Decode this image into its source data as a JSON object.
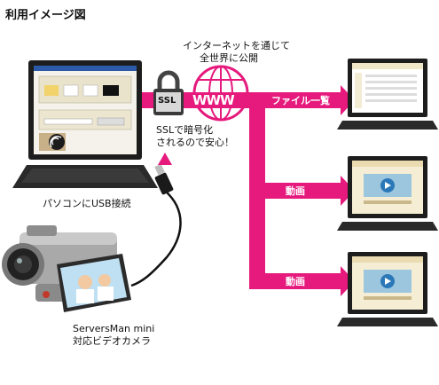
{
  "title": "利用イメージ図",
  "internet_label_line1": "インターネットを通じて",
  "internet_label_line2": "全世界に公開",
  "ssl_label_line1": "SSLで暗号化",
  "ssl_label_line2": "されるので安心！",
  "ssl_badge": "SSL",
  "www_text": "WWW",
  "pc_label": "パソコンにUSB接続",
  "camera_label_line1": "ServersMan mini",
  "camera_label_line2": "対応ビデオカメラ",
  "branch_labels": [
    "ファイル一覧",
    "動画",
    "動画"
  ],
  "colors": {
    "accent": "#e6197d",
    "screen_bg": "#f4ecd6",
    "frame": "#222222"
  }
}
